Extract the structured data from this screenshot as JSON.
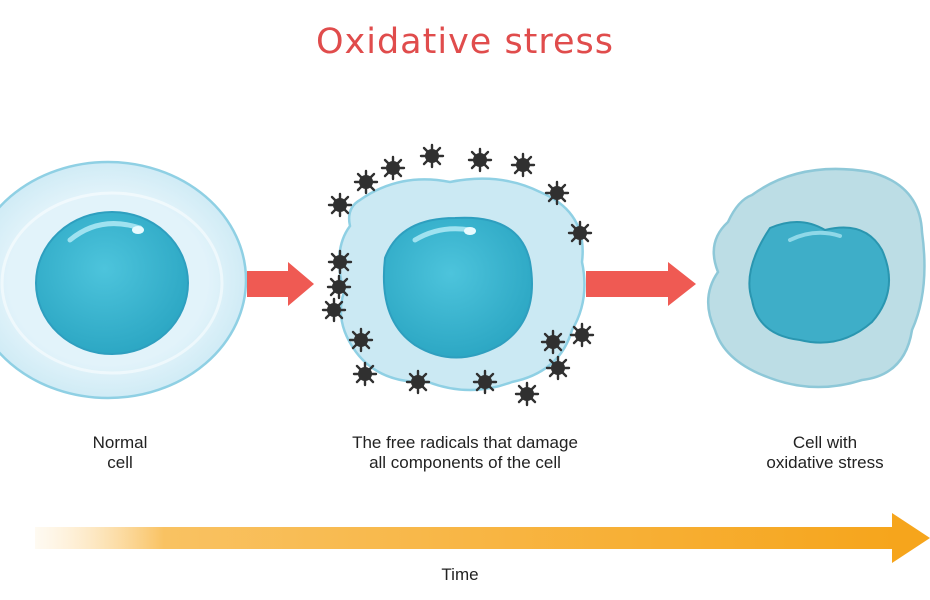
{
  "title": "Oxidative stress",
  "captions": {
    "normal_line1": "Normal",
    "normal_line2": "cell",
    "radicals_line1": "The free radicals that damage",
    "radicals_line2": "all components of the cell",
    "stressed_line1": "Cell with",
    "stressed_line2": "oxidative stress"
  },
  "time_label": "Time",
  "colors": {
    "title": "#e04c4c",
    "arrow_red": "#ef5a53",
    "time_arrow": "#f6a51c",
    "cell_outer": "#d6eef8",
    "cell_outline": "#7cc7df",
    "nucleus": "#36b3cf",
    "damaged_cell": "#bcdde5",
    "radical": "#333333"
  },
  "icons": [
    "normal-cell-icon",
    "damaged-cell-icon",
    "stressed-cell-icon",
    "free-radical-icon",
    "right-arrow-icon"
  ]
}
